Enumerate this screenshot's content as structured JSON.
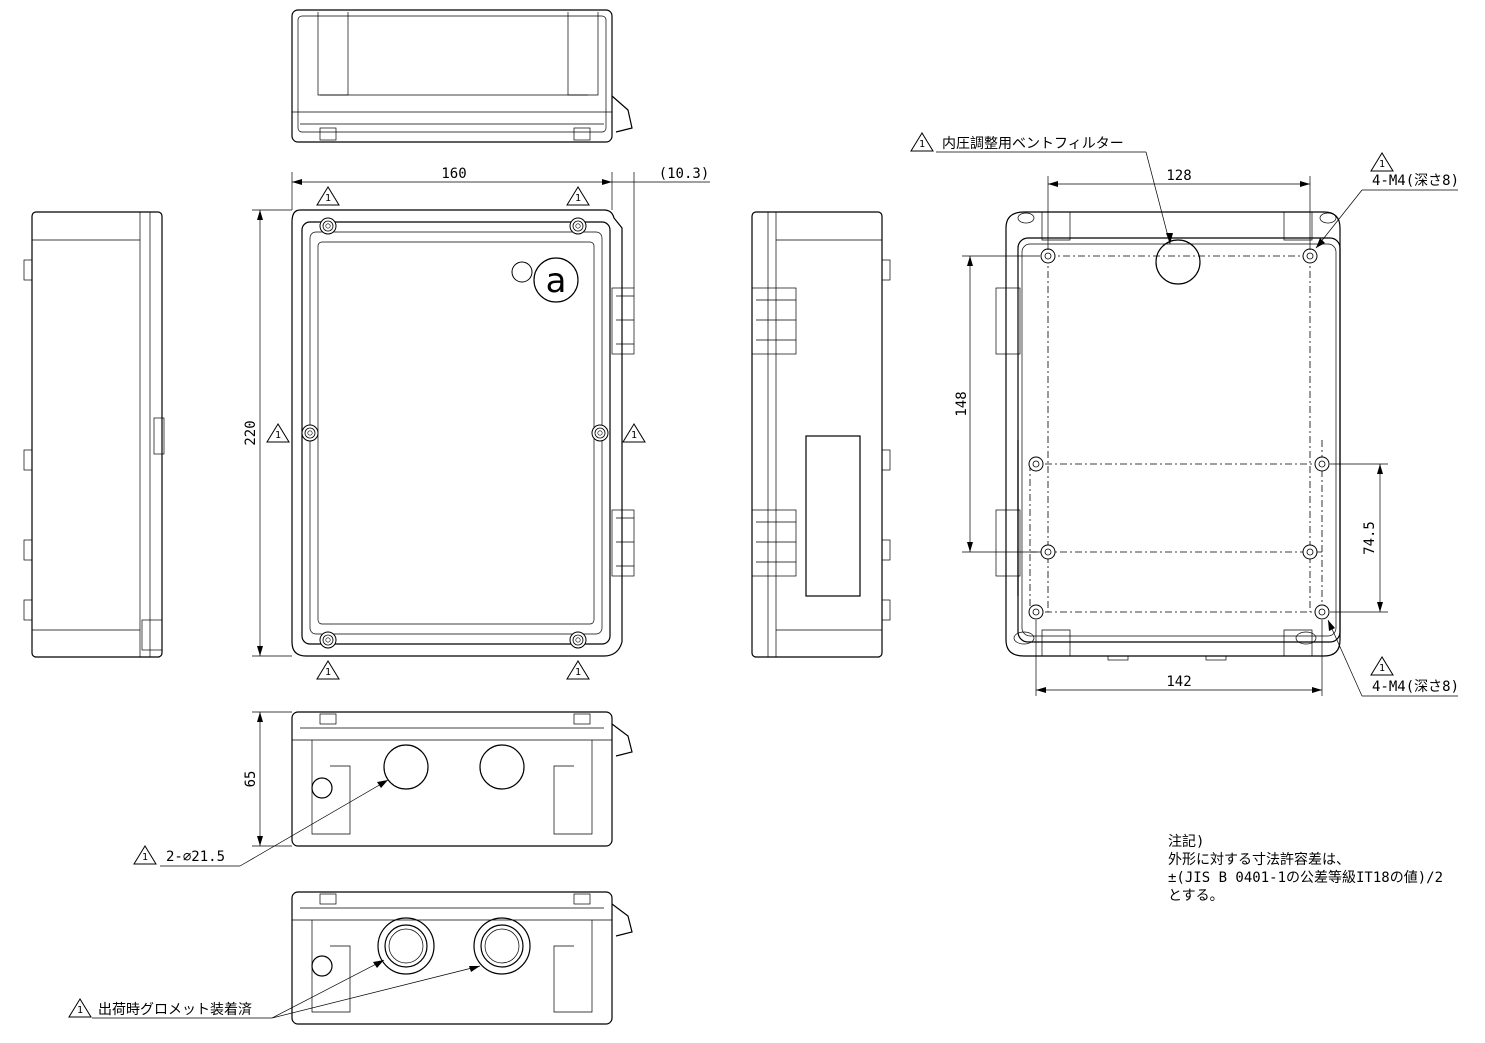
{
  "logo": {
    "letter": "a"
  },
  "dimensions": {
    "width_160": "160",
    "offset_10_3": "(10.3)",
    "height_220": "220",
    "depth_65": "65",
    "pitch_128": "128",
    "pitch_148": "148",
    "pitch_142": "142",
    "pitch_74_5": "74.5"
  },
  "callouts": {
    "revision_mark": "1",
    "vent_filter": "内圧調整用ベントフィルター",
    "mount_holes_top": "4-M4(深さ8)",
    "mount_holes_bottom": "4-M4(深さ8)",
    "cable_holes": "2-∅21.5",
    "grommet": "出荷時グロメット装着済"
  },
  "notes": {
    "title": "注記)",
    "line1": "外形に対する寸法許容差は、",
    "line2": "±(JIS B 0401-1の公差等級IT18の値)/2",
    "line3": "とする。"
  }
}
